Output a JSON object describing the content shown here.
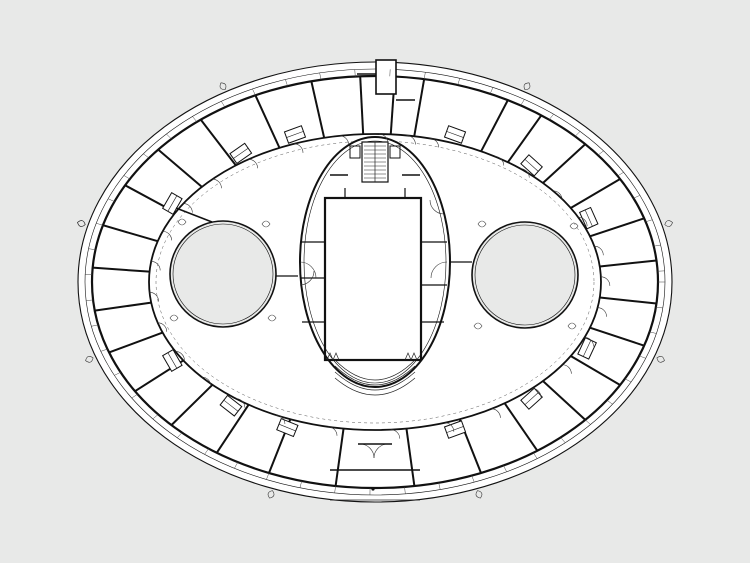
{
  "drawing": {
    "kind": "architectural floor plan",
    "background_color": "#e8e9e8",
    "ink_color": "#111111",
    "room_fill": "#ffffff",
    "text_labels": []
  },
  "plan": {
    "outer_ring_rooms": 26,
    "courtyards": 2,
    "central_hall": 1,
    "stair_cores": 1,
    "entrances": 1
  }
}
